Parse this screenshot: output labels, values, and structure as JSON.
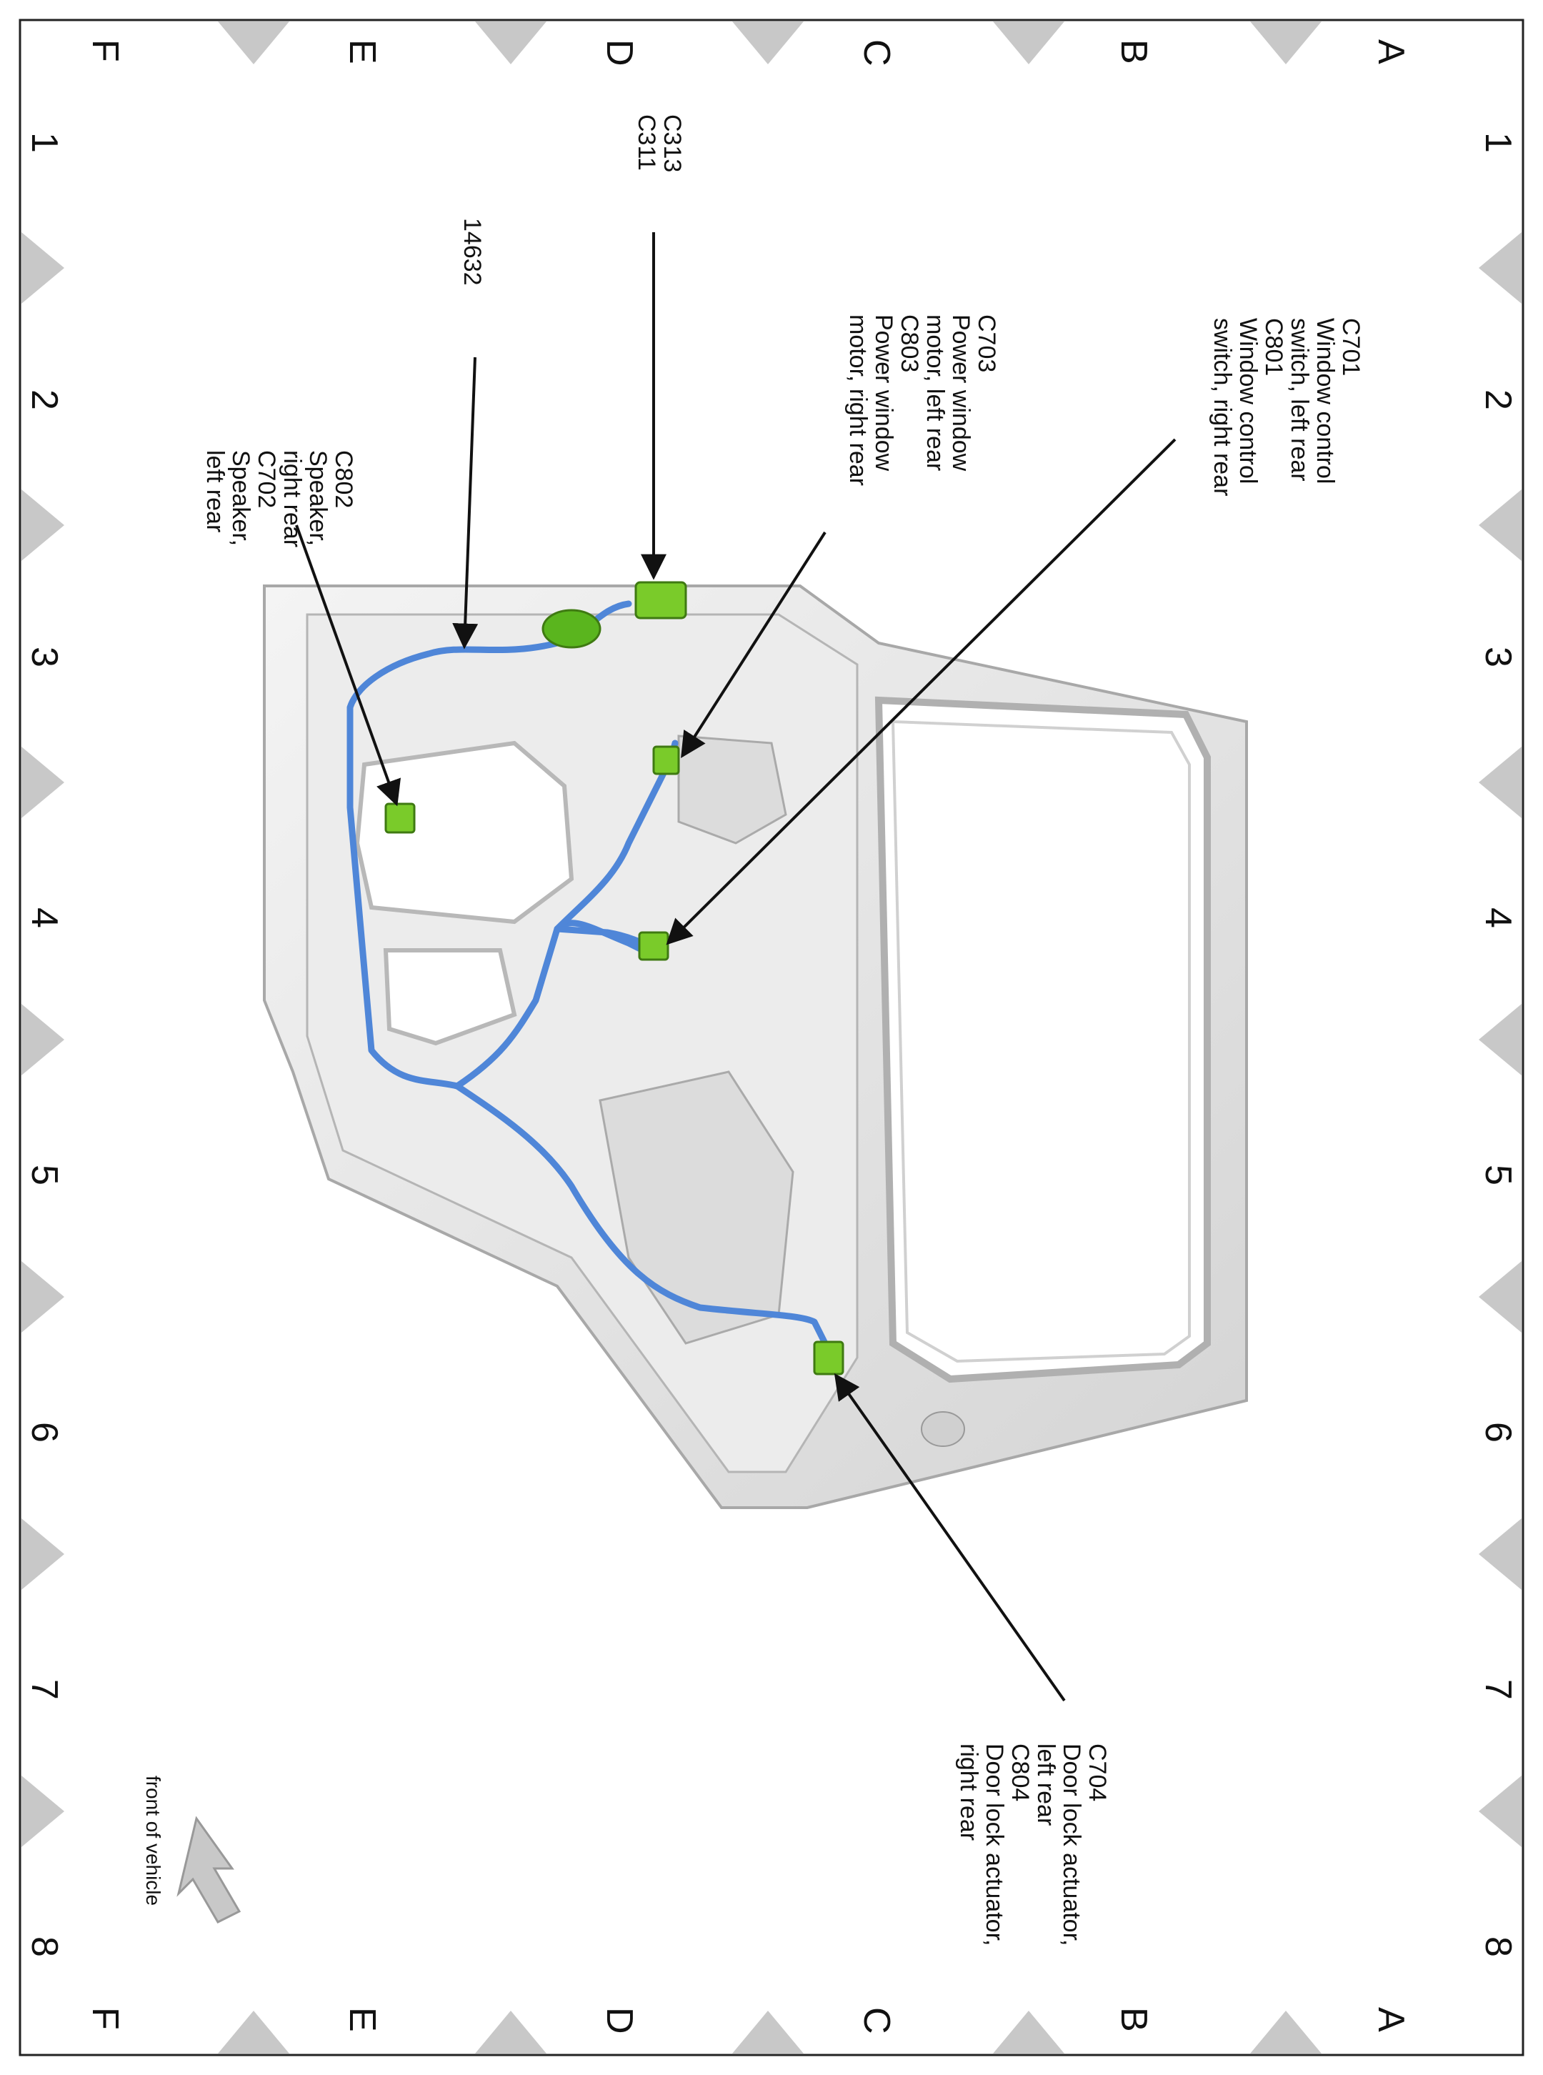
{
  "grid": {
    "rows": [
      "A",
      "B",
      "C",
      "D",
      "E",
      "F"
    ],
    "columns": [
      "1",
      "2",
      "3",
      "4",
      "5",
      "6",
      "7",
      "8"
    ]
  },
  "callouts": {
    "window_switch": [
      "C701",
      "Window control",
      "switch, left rear",
      "C801",
      "Window control",
      "switch, right rear"
    ],
    "window_motor": [
      "C703",
      "Power window",
      "motor, left rear",
      "C803",
      "Power window",
      "motor, right rear"
    ],
    "inline": [
      "C313",
      "C311"
    ],
    "harness": [
      "14632"
    ],
    "speaker": [
      "C802",
      "Speaker,",
      "right rear",
      "C702",
      "Speaker,",
      "left rear"
    ],
    "door_lock": [
      "C704",
      "Door lock actuator,",
      "left rear",
      "C804",
      "Door lock actuator,",
      "right rear"
    ]
  },
  "front_indicator": {
    "label": "front of vehicle"
  },
  "colors": {
    "harness": "#4f86d8",
    "connector": "#7acb2a",
    "grommet": "#5ab51e",
    "door_panel": "#e6e6e6",
    "marker": "#c8c8c8"
  }
}
